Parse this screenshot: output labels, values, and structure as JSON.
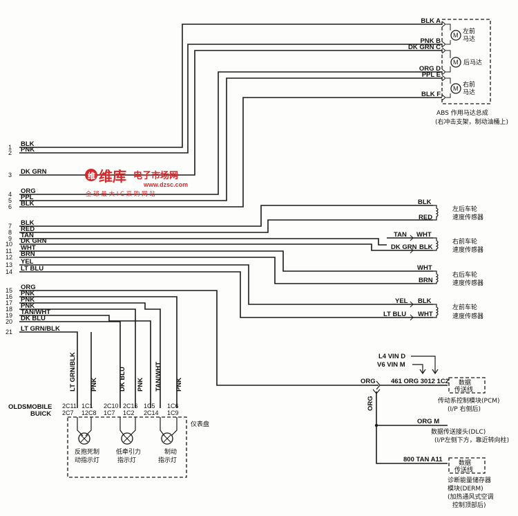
{
  "left_pins": [
    {
      "num": "1",
      "color": "BLK"
    },
    {
      "num": "2",
      "color": "PNK"
    },
    {
      "num": "3",
      "color": "DK GRN"
    },
    {
      "num": "4",
      "color": "ORG"
    },
    {
      "num": "5",
      "color": "PPL"
    },
    {
      "num": "6",
      "color": "BLK"
    },
    {
      "num": "7",
      "color": "BLK"
    },
    {
      "num": "8",
      "color": "RED"
    },
    {
      "num": "9",
      "color": "TAN"
    },
    {
      "num": "10",
      "color": "DK GRN"
    },
    {
      "num": "11",
      "color": "WHT"
    },
    {
      "num": "12",
      "color": "BRN"
    },
    {
      "num": "13",
      "color": "YEL"
    },
    {
      "num": "14",
      "color": "LT BLU"
    },
    {
      "num": "15",
      "color": "ORG"
    },
    {
      "num": "16",
      "color": "PNK"
    },
    {
      "num": "17",
      "color": "PNK"
    },
    {
      "num": "18",
      "color": "PNK"
    },
    {
      "num": "19",
      "color": "TAN/WHT"
    },
    {
      "num": "20",
      "color": "DK BLU"
    },
    {
      "num": "21",
      "color": "LT GRN/BLK"
    }
  ],
  "motor_assembly": {
    "terminals": [
      "BLK A",
      "PNK B",
      "DK GRN C",
      "ORG D",
      "PPL E",
      "BLK F"
    ],
    "motor_symbol": "M",
    "left_front": "左前\n马达",
    "rear": "后马达",
    "right_front": "右前\n马达",
    "caption_1": "ABS 作用马达总成",
    "caption_2": "(右冲击支架，制动油桶上)"
  },
  "sensors": [
    {
      "wires": [
        "BLK",
        "RED"
      ],
      "label_1": "左后车轮",
      "label_2": "速度传感器"
    },
    {
      "wires": [
        "TAN",
        "WHT",
        "DK GRN",
        "BLK"
      ],
      "label_1": "右前车轮",
      "label_2": "速度传感器"
    },
    {
      "wires": [
        "WHT",
        "BRN"
      ],
      "label_1": "右后车轮",
      "label_2": "速度传感器"
    },
    {
      "wires": [
        "YEL",
        "BLK",
        "LT BLU",
        "WHT"
      ],
      "label_1": "左前车轮",
      "label_2": "速度传感器"
    }
  ],
  "watermark": {
    "brand": "维库",
    "title": "电子市场网",
    "url": "www.dzsc.com",
    "slogan": "全 球 最 大 I C 采 购 网 站"
  },
  "cluster": {
    "wire_labels": [
      "LT GRN/BLK",
      "PNK",
      "DK BLU",
      "PNK",
      "TAN/WHT",
      "PNK"
    ],
    "pins_top": [
      "2C11",
      "1C1",
      "2C10",
      "2C16",
      "1C5",
      "1C6"
    ],
    "pins_bottom": [
      "2C7",
      "12C8",
      "1C7",
      "1C2",
      "2C14",
      "1C9"
    ],
    "brand_1": "OLDSMOBILE",
    "brand_2": "BUICK",
    "panel_label": "仪表盘",
    "lamp_1": "反抱死制\n动指示灯",
    "lamp_2": "低牵引力\n指示灯",
    "lamp_3": "制动\n指示灯"
  },
  "data_bus": {
    "l4": "L4 VIN D",
    "v6": "V6 VIN M",
    "org_label": "ORG",
    "org_vertical": "ORG",
    "pcm_line": "461  ORG  3012  1C2",
    "pcm_box": "数据\n传送线",
    "pcm_name": "传动系控制模块(PCM)",
    "pcm_loc": "(I/P 右侧后)",
    "dlc_line": "ORG  M",
    "dlc_name": "数据传送接头(DLC)",
    "dlc_loc": "(I/P左侧下方，靠近转向柱)",
    "derm_line": "800  TAN  A11",
    "derm_box": "数据\n传送线",
    "derm_name_1": "诊断能量储存器",
    "derm_name_2": "模块(DERM)",
    "derm_name_3": "(加热通风式空调",
    "derm_name_4": "控制顶部后)"
  }
}
